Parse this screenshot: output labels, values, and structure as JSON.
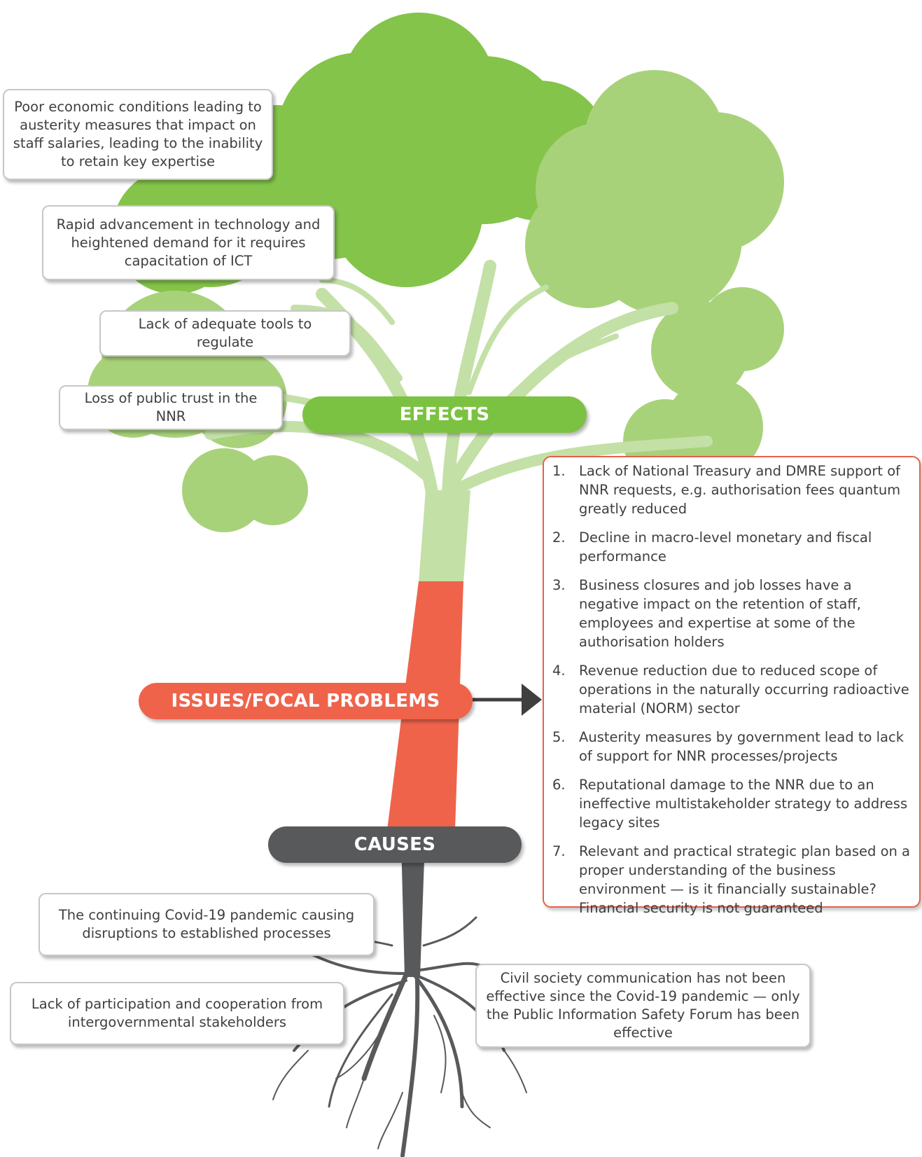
{
  "labels": {
    "effects": "EFFECTS",
    "issues": "ISSUES/FOCAL PROBLEMS",
    "causes": "CAUSES"
  },
  "effects": [
    "Poor economic conditions leading to austerity measures that impact on staff salaries, leading to the inability to retain key expertise",
    "Rapid advancement in technology and heightened demand for it requires capacitation of ICT",
    "Lack of adequate tools to regulate",
    "Loss of public trust in the NNR"
  ],
  "issues": [
    {
      "num": "1.",
      "text": "Lack of National Treasury and DMRE support of NNR requests, e.g. authorisation fees quantum greatly reduced"
    },
    {
      "num": "2.",
      "text": "Decline in macro-level monetary and fiscal performance"
    },
    {
      "num": "3.",
      "text": "Business closures and job losses have a negative impact on the retention of staff, employees and expertise at some of the authorisation holders"
    },
    {
      "num": "4.",
      "text": "Revenue reduction due to reduced scope of operations in the naturally occurring radioactive material (NORM)  sector"
    },
    {
      "num": "5.",
      "text": "Austerity measures by government lead to lack of support for NNR processes/projects"
    },
    {
      "num": "6.",
      "text": "Reputational damage to the NNR due to an ineffective multistakeholder strategy to address legacy sites"
    },
    {
      "num": "7.",
      "text": "Relevant and practical strategic plan based on a proper understanding of the business environment — is it financially sustainable? Financial security is not guaranteed"
    }
  ],
  "causes": [
    "The continuing Covid-19 pandemic causing disruptions to established processes",
    "Lack of participation and cooperation from intergovernmental stakeholders",
    "Civil society communication has not been effective since the Covid-19 pandemic — only the Public Information Safety Forum has been effective"
  ],
  "colors": {
    "foliage_dark": "#84c44a",
    "foliage_light": "#a8d27a",
    "branch": "#c3e0a6",
    "effects_pill": "#7cc242",
    "issues": "#ef634b",
    "causes": "#58595b"
  }
}
